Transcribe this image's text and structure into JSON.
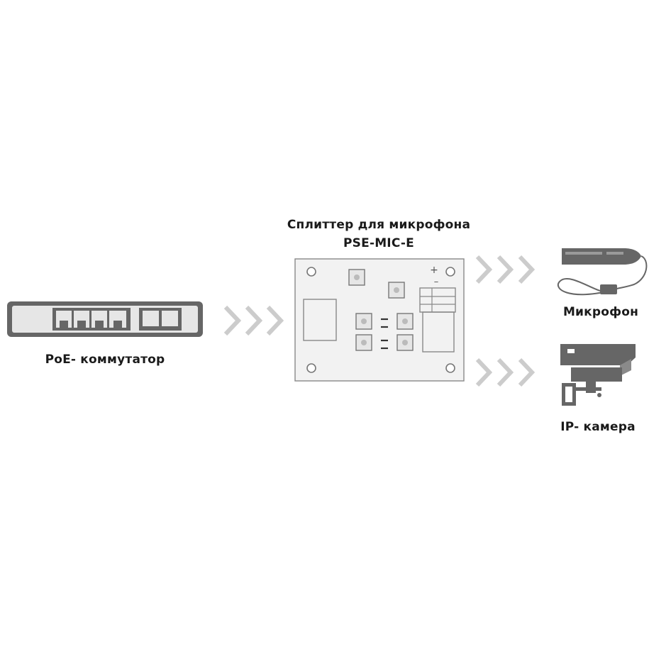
{
  "diagram": {
    "nodes": {
      "switch": {
        "label": "PoE- коммутатор",
        "icon": "poe-switch-icon"
      },
      "splitter": {
        "label_line1": "Сплиттер для микрофона",
        "label_line2": "PSE-MIC-E",
        "icon": "splitter-board-icon",
        "polarity_plus": "+",
        "polarity_minus": "–"
      },
      "microphone": {
        "label": "Микрофон",
        "icon": "microphone-icon"
      },
      "camera": {
        "label": "IP- камера",
        "icon": "ip-camera-icon"
      }
    },
    "edges": [
      {
        "from": "switch",
        "to": "splitter",
        "style": "chevrons"
      },
      {
        "from": "splitter",
        "to": "microphone",
        "style": "chevrons"
      },
      {
        "from": "splitter",
        "to": "camera",
        "style": "chevrons"
      }
    ],
    "colors": {
      "device_fill": "#666666",
      "device_light": "#e6e6e6",
      "arrow": "#cccccc",
      "board_fill": "#f2f2f2",
      "text": "#1a1a1a"
    }
  }
}
